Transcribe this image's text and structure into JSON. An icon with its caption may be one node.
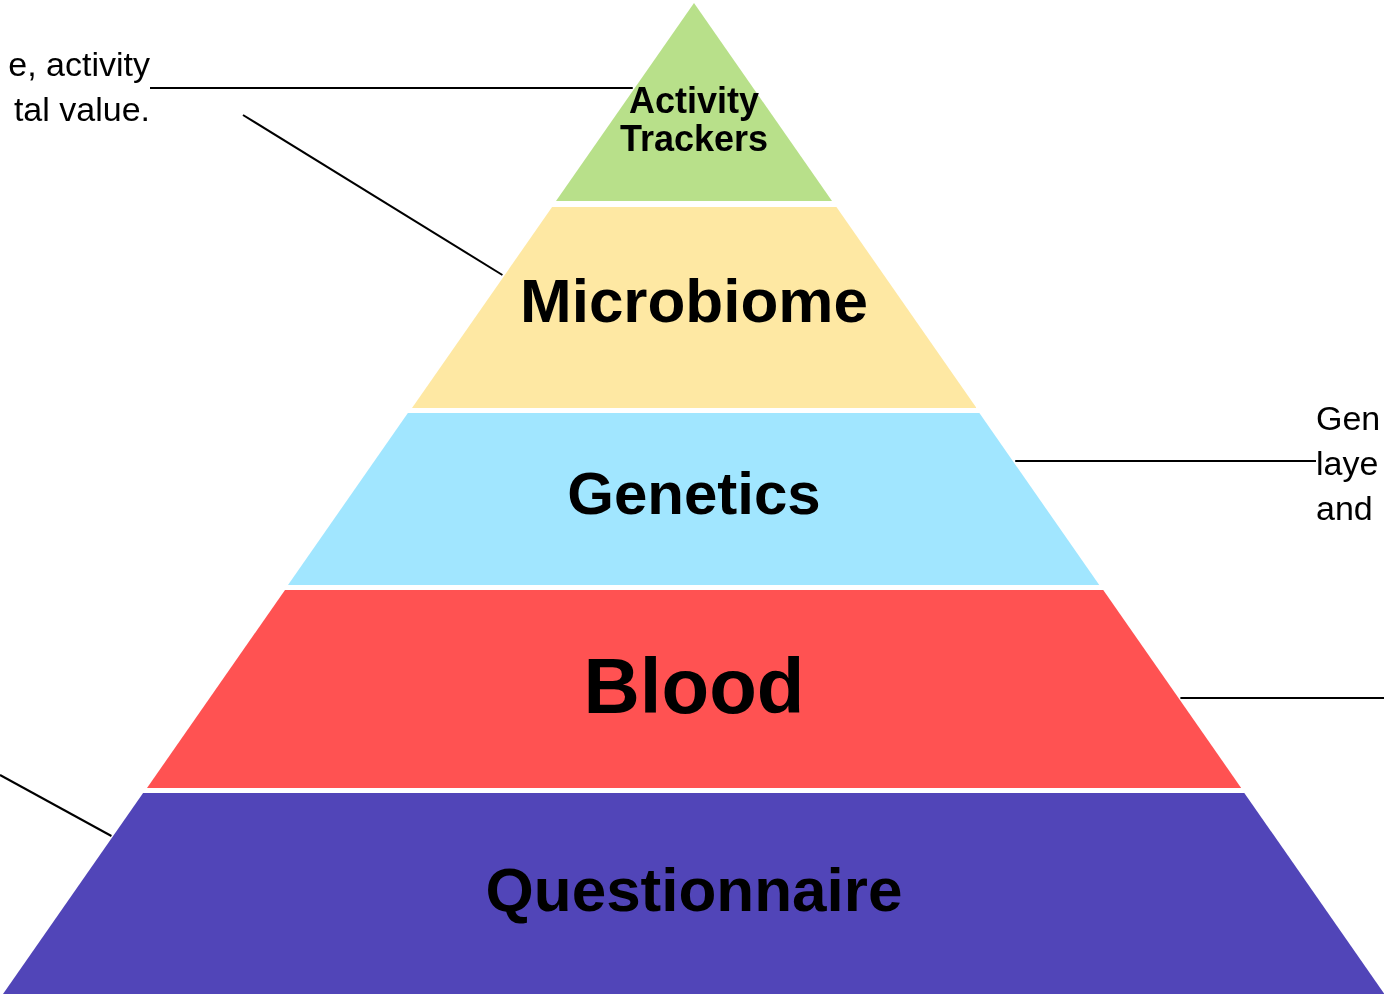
{
  "diagram": {
    "nodes": [
      {
        "text": [
          "Activity Trackers"
        ]
      },
      {
        "text": [
          "Microbiome"
        ]
      },
      {
        "text": [
          "Genetics"
        ]
      },
      {
        "text": [
          "Blood"
        ]
      },
      {
        "text": [
          "Questionnaire"
        ]
      },
      {
        "text": [
          "e, activity tal value."
        ]
      },
      {
        "text": [
          "Gen laye and"
        ]
      }
    ],
    "edges": [
      {
        "from": 5,
        "to": 0,
        "arrow": "none"
      },
      {
        "from": null,
        "to": 1,
        "arrow": "none"
      },
      {
        "from": 6,
        "to": 2,
        "arrow": "none"
      },
      {
        "from": null,
        "to": 3,
        "arrow": "none"
      },
      {
        "from": null,
        "to": 4,
        "arrow": "none"
      }
    ]
  }
}
